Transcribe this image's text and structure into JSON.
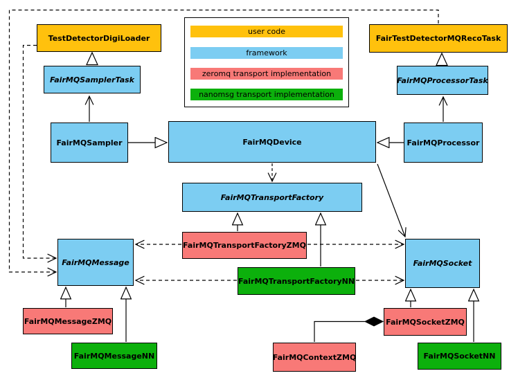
{
  "colors": {
    "user_code": "#FFC10D",
    "framework": "#7CCDF2",
    "zeromq": "#F87977",
    "nanomsg": "#0CB00C",
    "line": "#000000",
    "background": "#FFFFFF"
  },
  "legend": {
    "items": [
      {
        "label": "user code",
        "category": "user_code"
      },
      {
        "label": "framework",
        "category": "framework"
      },
      {
        "label": "zeromq transport implementation",
        "category": "zeromq"
      },
      {
        "label": "nanomsg transport implementation",
        "category": "nanomsg"
      }
    ]
  },
  "nodes": {
    "testDetectorDigiLoader": {
      "label": "TestDetectorDigiLoader",
      "category": "user_code",
      "abstract": false
    },
    "fairTestDetectorMQRecoTask": {
      "label": "FairTestDetectorMQRecoTask",
      "category": "user_code",
      "abstract": false
    },
    "fairMQSamplerTask": {
      "label": "FairMQSamplerTask",
      "category": "framework",
      "abstract": true
    },
    "fairMQProcessorTask": {
      "label": "FairMQProcessorTask",
      "category": "framework",
      "abstract": true
    },
    "fairMQSampler": {
      "label": "FairMQSampler",
      "category": "framework",
      "abstract": false
    },
    "fairMQDevice": {
      "label": "FairMQDevice",
      "category": "framework",
      "abstract": false
    },
    "fairMQProcessor": {
      "label": "FairMQProcessor",
      "category": "framework",
      "abstract": false
    },
    "fairMQTransportFactory": {
      "label": "FairMQTransportFactory",
      "category": "framework",
      "abstract": true
    },
    "fairMQTransportFactoryZMQ": {
      "label": "FairMQTransportFactoryZMQ",
      "category": "zeromq",
      "abstract": false
    },
    "fairMQTransportFactoryNN": {
      "label": "FairMQTransportFactoryNN",
      "category": "nanomsg",
      "abstract": false
    },
    "fairMQMessage": {
      "label": "FairMQMessage",
      "category": "framework",
      "abstract": true
    },
    "fairMQMessageZMQ": {
      "label": "FairMQMessageZMQ",
      "category": "zeromq",
      "abstract": false
    },
    "fairMQMessageNN": {
      "label": "FairMQMessageNN",
      "category": "nanomsg",
      "abstract": false
    },
    "fairMQSocket": {
      "label": "FairMQSocket",
      "category": "framework",
      "abstract": true
    },
    "fairMQSocketZMQ": {
      "label": "FairMQSocketZMQ",
      "category": "zeromq",
      "abstract": false
    },
    "fairMQSocketNN": {
      "label": "FairMQSocketNN",
      "category": "nanomsg",
      "abstract": false
    },
    "fairMQContextZMQ": {
      "label": "FairMQContextZMQ",
      "category": "zeromq",
      "abstract": false
    }
  },
  "edges": [
    {
      "from": "FairMQSamplerTask",
      "to": "TestDetectorDigiLoader",
      "type": "generalization-triangle"
    },
    {
      "from": "FairMQProcessorTask",
      "to": "FairTestDetectorMQRecoTask",
      "type": "generalization-triangle"
    },
    {
      "from": "FairMQSampler",
      "to": "FairMQSamplerTask",
      "type": "arrow"
    },
    {
      "from": "FairMQProcessor",
      "to": "FairMQProcessorTask",
      "type": "arrow"
    },
    {
      "from": "FairMQSampler",
      "to": "FairMQDevice",
      "type": "generalization-triangle"
    },
    {
      "from": "FairMQProcessor",
      "to": "FairMQDevice",
      "type": "generalization-triangle"
    },
    {
      "from": "FairMQDevice",
      "to": "FairMQTransportFactory",
      "type": "dashed-dependency"
    },
    {
      "from": "FairMQDevice",
      "to": "FairMQSocket",
      "type": "arrow"
    },
    {
      "from": "FairMQTransportFactoryZMQ",
      "to": "FairMQTransportFactory",
      "type": "generalization-triangle"
    },
    {
      "from": "FairMQTransportFactoryNN",
      "to": "FairMQTransportFactory",
      "type": "generalization-triangle"
    },
    {
      "from": "TestDetectorDigiLoader",
      "to": "FairMQMessage",
      "type": "dashed-dependency"
    },
    {
      "from": "FairTestDetectorMQRecoTask",
      "to": "FairMQMessage",
      "type": "dashed-dependency"
    },
    {
      "from": "FairMQTransportFactoryZMQ",
      "to": "FairMQMessage",
      "type": "dashed-dependency"
    },
    {
      "from": "FairMQTransportFactoryNN",
      "to": "FairMQMessage",
      "type": "dashed-dependency"
    },
    {
      "from": "FairMQTransportFactoryZMQ",
      "to": "FairMQSocket",
      "type": "dashed-dependency"
    },
    {
      "from": "FairMQTransportFactoryNN",
      "to": "FairMQSocket",
      "type": "dashed-dependency"
    },
    {
      "from": "FairMQMessageZMQ",
      "to": "FairMQMessage",
      "type": "generalization-triangle"
    },
    {
      "from": "FairMQMessageNN",
      "to": "FairMQMessage",
      "type": "generalization-triangle"
    },
    {
      "from": "FairMQSocketZMQ",
      "to": "FairMQSocket",
      "type": "generalization-triangle"
    },
    {
      "from": "FairMQSocketNN",
      "to": "FairMQSocket",
      "type": "generalization-triangle"
    },
    {
      "from": "FairMQContextZMQ",
      "to": "FairMQSocketZMQ",
      "type": "composition-diamond"
    }
  ]
}
